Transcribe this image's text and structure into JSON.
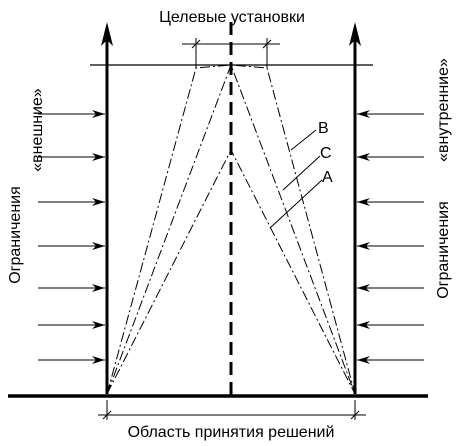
{
  "title": "Целевые установки",
  "bottom_label": "Область принятия решений",
  "left_label": {
    "main": "Ограничения",
    "quote": "«внешние»"
  },
  "right_label": {
    "main": "Ограничения",
    "quote": "«внутренние»"
  },
  "line_labels": {
    "b": "B",
    "c": "C",
    "a": "A"
  },
  "colors": {
    "ink": "#000000",
    "background": "#ffffff"
  }
}
